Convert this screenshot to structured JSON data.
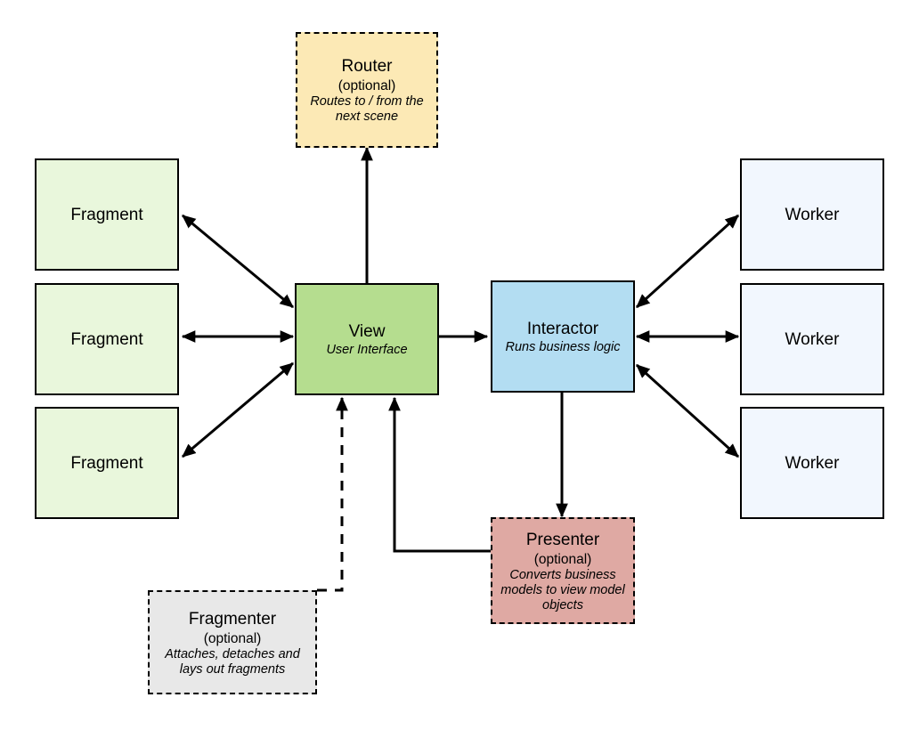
{
  "diagram": {
    "title": "Clean Swift VIP architecture diagram",
    "background": "#ffffff",
    "stroke": "#000000"
  },
  "nodes": {
    "router": {
      "title": "Router",
      "sub": "(optional)",
      "desc": "Routes to / from the next scene",
      "fill": "#fce9b5",
      "border_style": "dashed"
    },
    "view": {
      "title": "View",
      "desc": "User Interface",
      "fill": "#b5dd8f",
      "border_style": "solid"
    },
    "interactor": {
      "title": "Interactor",
      "desc": "Runs business logic",
      "fill": "#b3ddf2",
      "border_style": "solid"
    },
    "presenter": {
      "title": "Presenter",
      "sub": "(optional)",
      "desc": "Converts business models to view model objects",
      "fill": "#dfa9a3",
      "border_style": "dashed"
    },
    "fragmenter": {
      "title": "Fragmenter",
      "sub": "(optional)",
      "desc": "Attaches, detaches and lays out fragments",
      "fill": "#e8e8e8",
      "border_style": "dashed"
    },
    "fragments": [
      {
        "title": "Fragment",
        "fill": "#e9f7dc"
      },
      {
        "title": "Fragment",
        "fill": "#e9f7dc"
      },
      {
        "title": "Fragment",
        "fill": "#e9f7dc"
      }
    ],
    "workers": [
      {
        "title": "Worker",
        "fill": "#f2f7fe"
      },
      {
        "title": "Worker",
        "fill": "#f2f7fe"
      },
      {
        "title": "Worker",
        "fill": "#f2f7fe"
      }
    ]
  },
  "edges": [
    {
      "name": "view-to-router",
      "from": "view",
      "to": "router",
      "arrow": "single",
      "line": "solid"
    },
    {
      "name": "view-to-interactor",
      "from": "view",
      "to": "interactor",
      "arrow": "single",
      "line": "solid"
    },
    {
      "name": "interactor-to-presenter",
      "from": "interactor",
      "to": "presenter",
      "arrow": "single",
      "line": "solid"
    },
    {
      "name": "presenter-to-view",
      "from": "presenter",
      "to": "view",
      "arrow": "single",
      "line": "solid"
    },
    {
      "name": "fragmenter-to-view",
      "from": "fragmenter",
      "to": "view",
      "arrow": "single",
      "line": "dashed"
    },
    {
      "name": "fragment-1-view",
      "from": "fragment-1",
      "to": "view",
      "arrow": "double",
      "line": "solid"
    },
    {
      "name": "fragment-2-view",
      "from": "fragment-2",
      "to": "view",
      "arrow": "double",
      "line": "solid"
    },
    {
      "name": "fragment-3-view",
      "from": "fragment-3",
      "to": "view",
      "arrow": "double",
      "line": "solid"
    },
    {
      "name": "interactor-worker-1",
      "from": "interactor",
      "to": "worker-1",
      "arrow": "double",
      "line": "solid"
    },
    {
      "name": "interactor-worker-2",
      "from": "interactor",
      "to": "worker-2",
      "arrow": "double",
      "line": "solid"
    },
    {
      "name": "interactor-worker-3",
      "from": "interactor",
      "to": "worker-3",
      "arrow": "double",
      "line": "solid"
    }
  ]
}
